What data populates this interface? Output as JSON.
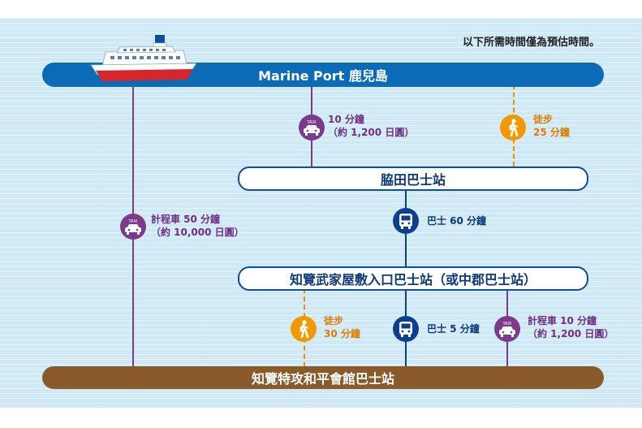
{
  "note": "以下所需時間僅為預估時間。",
  "stops": {
    "marine_port": "Marine Port 鹿兒島",
    "wakita": "脇田巴士站",
    "chiran_samurai": "知覽武家屋敷入口巴士站（或中郡巴士站）",
    "chiran_peace": "知覽特攻和平會館巴士站"
  },
  "routes": {
    "port_to_wakita_taxi": {
      "line1": "10 分鐘",
      "line2": "（約 1,200 日圓）"
    },
    "port_to_wakita_walk": {
      "line1": "徒步",
      "line2": "25 分鐘"
    },
    "port_to_peace_taxi": {
      "line1": "計程車 50 分鐘",
      "line2": "（約 10,000 日圓）"
    },
    "wakita_to_samurai_bus": {
      "line1": "巴士 60 分鐘"
    },
    "samurai_to_peace_walk": {
      "line1": "徒步",
      "line2": "30 分鐘"
    },
    "samurai_to_peace_bus": {
      "line1": "巴士 5 分鐘"
    },
    "samurai_to_peace_taxi": {
      "line1": "計程車 10 分鐘",
      "line2": "（約 1,200 日圓）"
    }
  },
  "icons": {
    "taxi_text": "TAXI"
  },
  "colors": {
    "background": "#cfe9f7",
    "port_bar": "#0b6bb7",
    "peace_bar": "#8b5a2b",
    "taxi": "#7b3a8c",
    "walk": "#f39800",
    "bus": "#0d3f8f"
  }
}
